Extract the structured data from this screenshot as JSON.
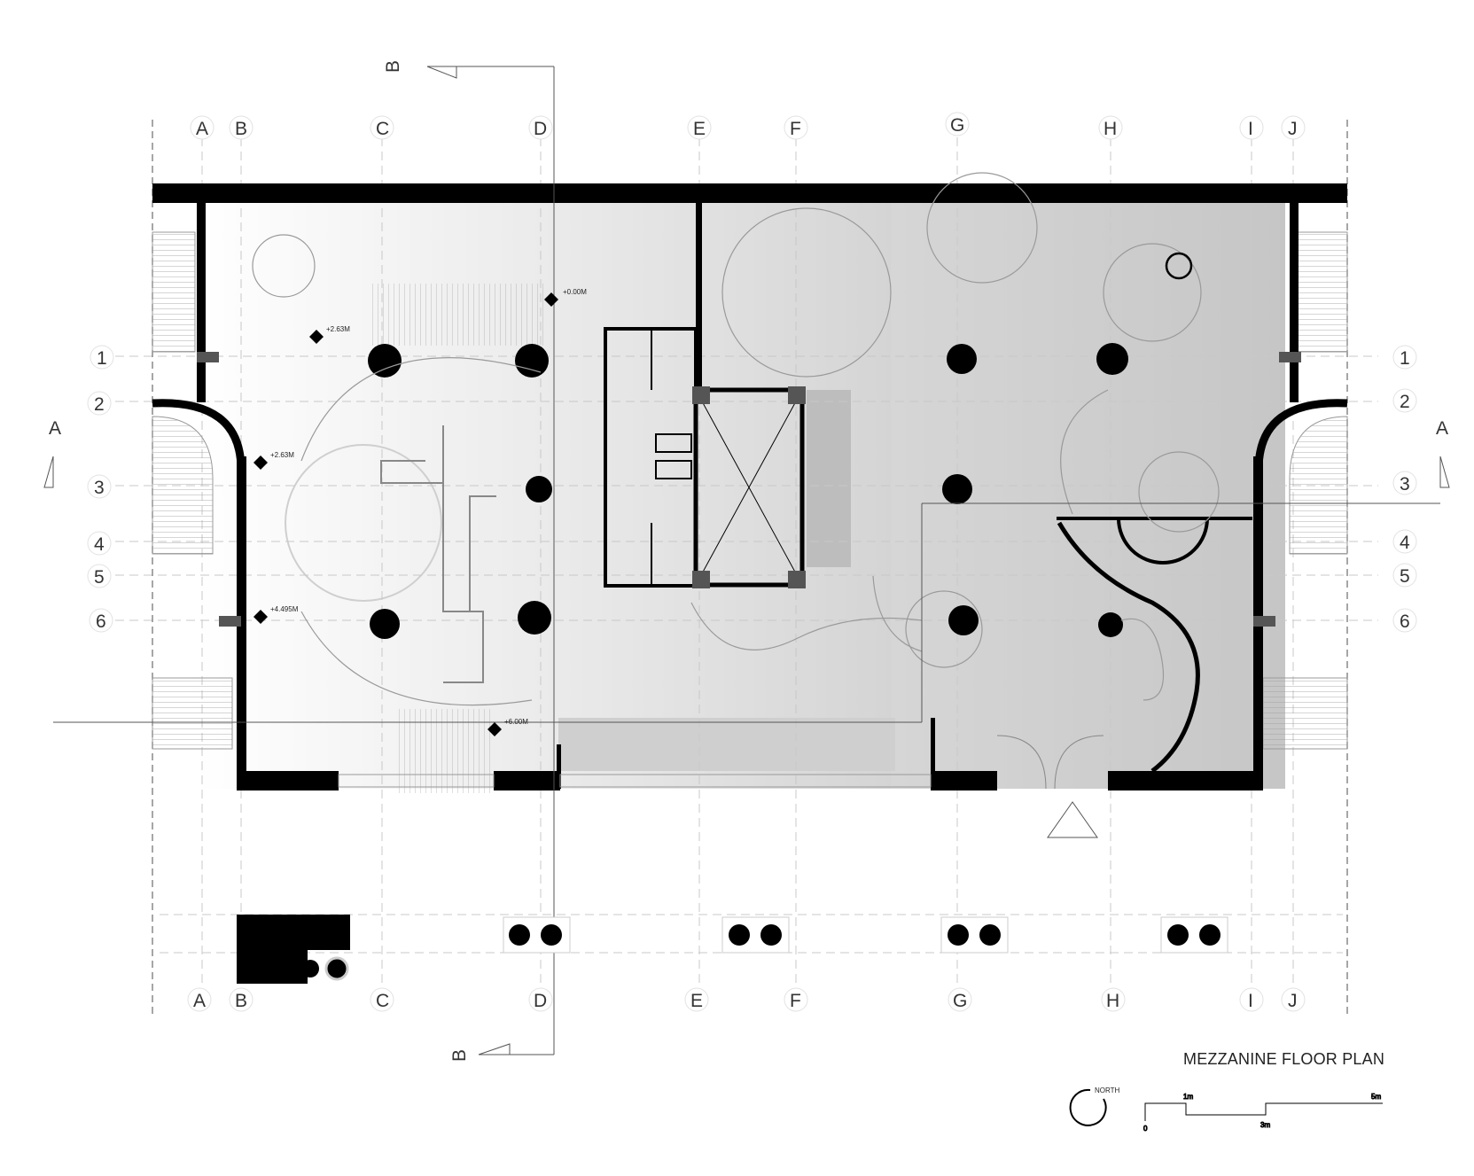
{
  "title": "MEZZANINE FLOOR PLAN",
  "grid": {
    "columns": [
      "A",
      "B",
      "C",
      "D",
      "E",
      "F",
      "G",
      "H",
      "I",
      "J"
    ],
    "rows": [
      "1",
      "2",
      "3",
      "4",
      "5",
      "6"
    ]
  },
  "sections": {
    "horizontal": "A",
    "vertical": "B"
  },
  "levels": [
    "+0.00M",
    "+2.63M",
    "+2.63M",
    "+4.495M",
    "+6.00M"
  ],
  "north_label": "NORTH",
  "scale_bar": {
    "labels": [
      "0",
      "1m",
      "3m",
      "5m"
    ]
  },
  "colors": {
    "wall": "#000000",
    "gridline": "#c8c8c8",
    "floor_shade": "#d3d3d3"
  }
}
